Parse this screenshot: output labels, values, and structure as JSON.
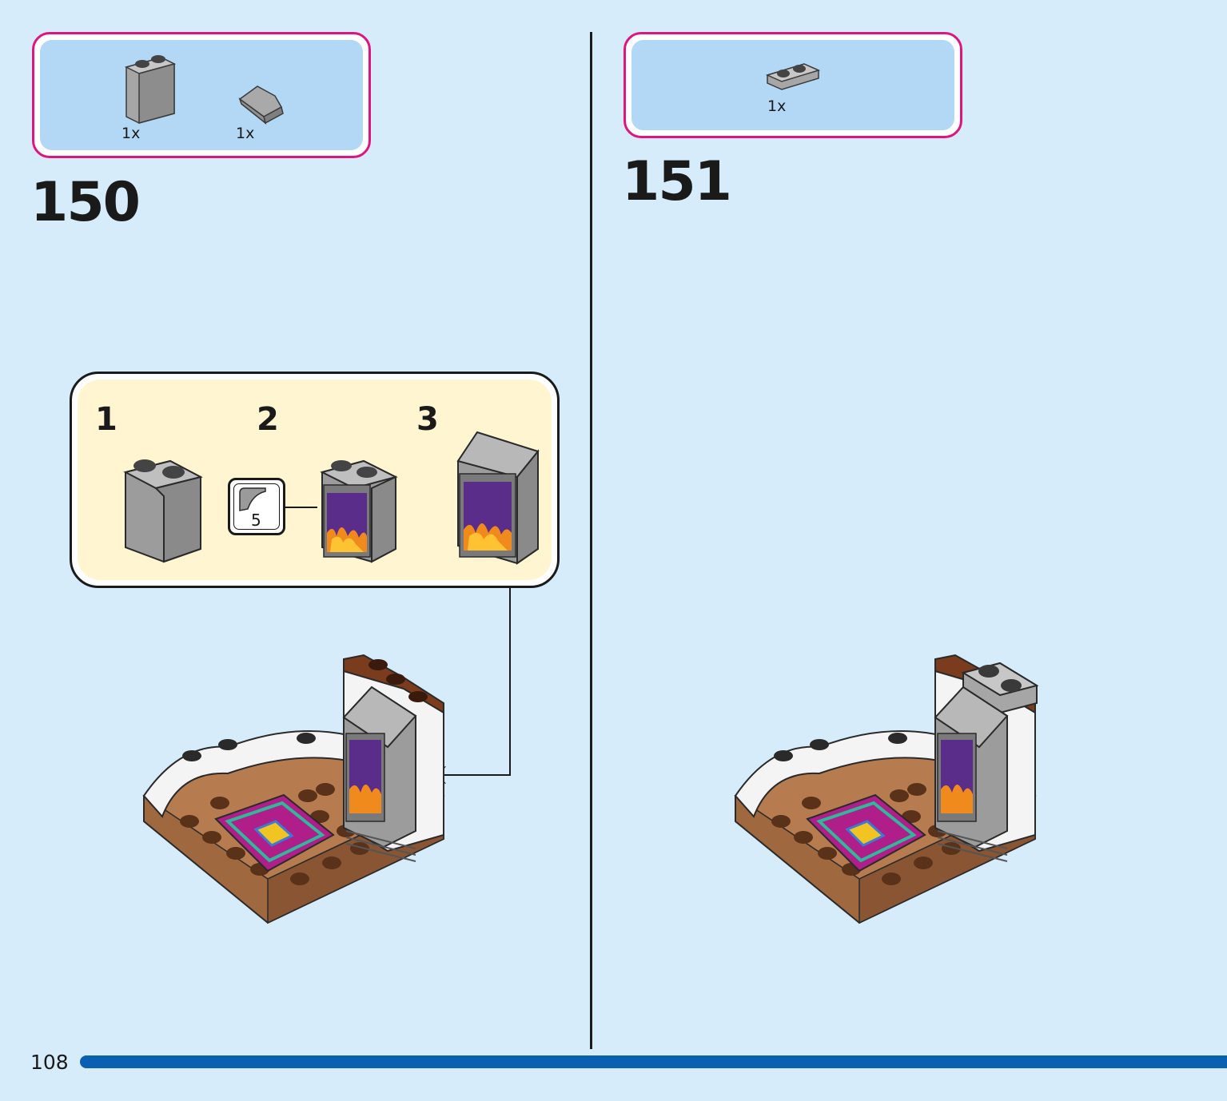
{
  "page": {
    "number": "108"
  },
  "steps": [
    {
      "number": "150",
      "parts": [
        {
          "qty": "1x",
          "icon": "gray-brick-1x2x2-icon"
        },
        {
          "qty": "1x",
          "icon": "gray-slope-icon"
        }
      ],
      "substeps": [
        {
          "label": "1"
        },
        {
          "label": "2",
          "sticker_number": "5"
        },
        {
          "label": "3"
        }
      ]
    },
    {
      "number": "151",
      "parts": [
        {
          "qty": "1x",
          "icon": "gray-plate-1x2-icon"
        }
      ]
    }
  ],
  "colors": {
    "background": "#d6ecfb",
    "parts_border": "#e0147f",
    "parts_fill": "#b3d8f5",
    "substep_fill": "#fff5d1",
    "progress_bar": "#0a5fb0"
  }
}
